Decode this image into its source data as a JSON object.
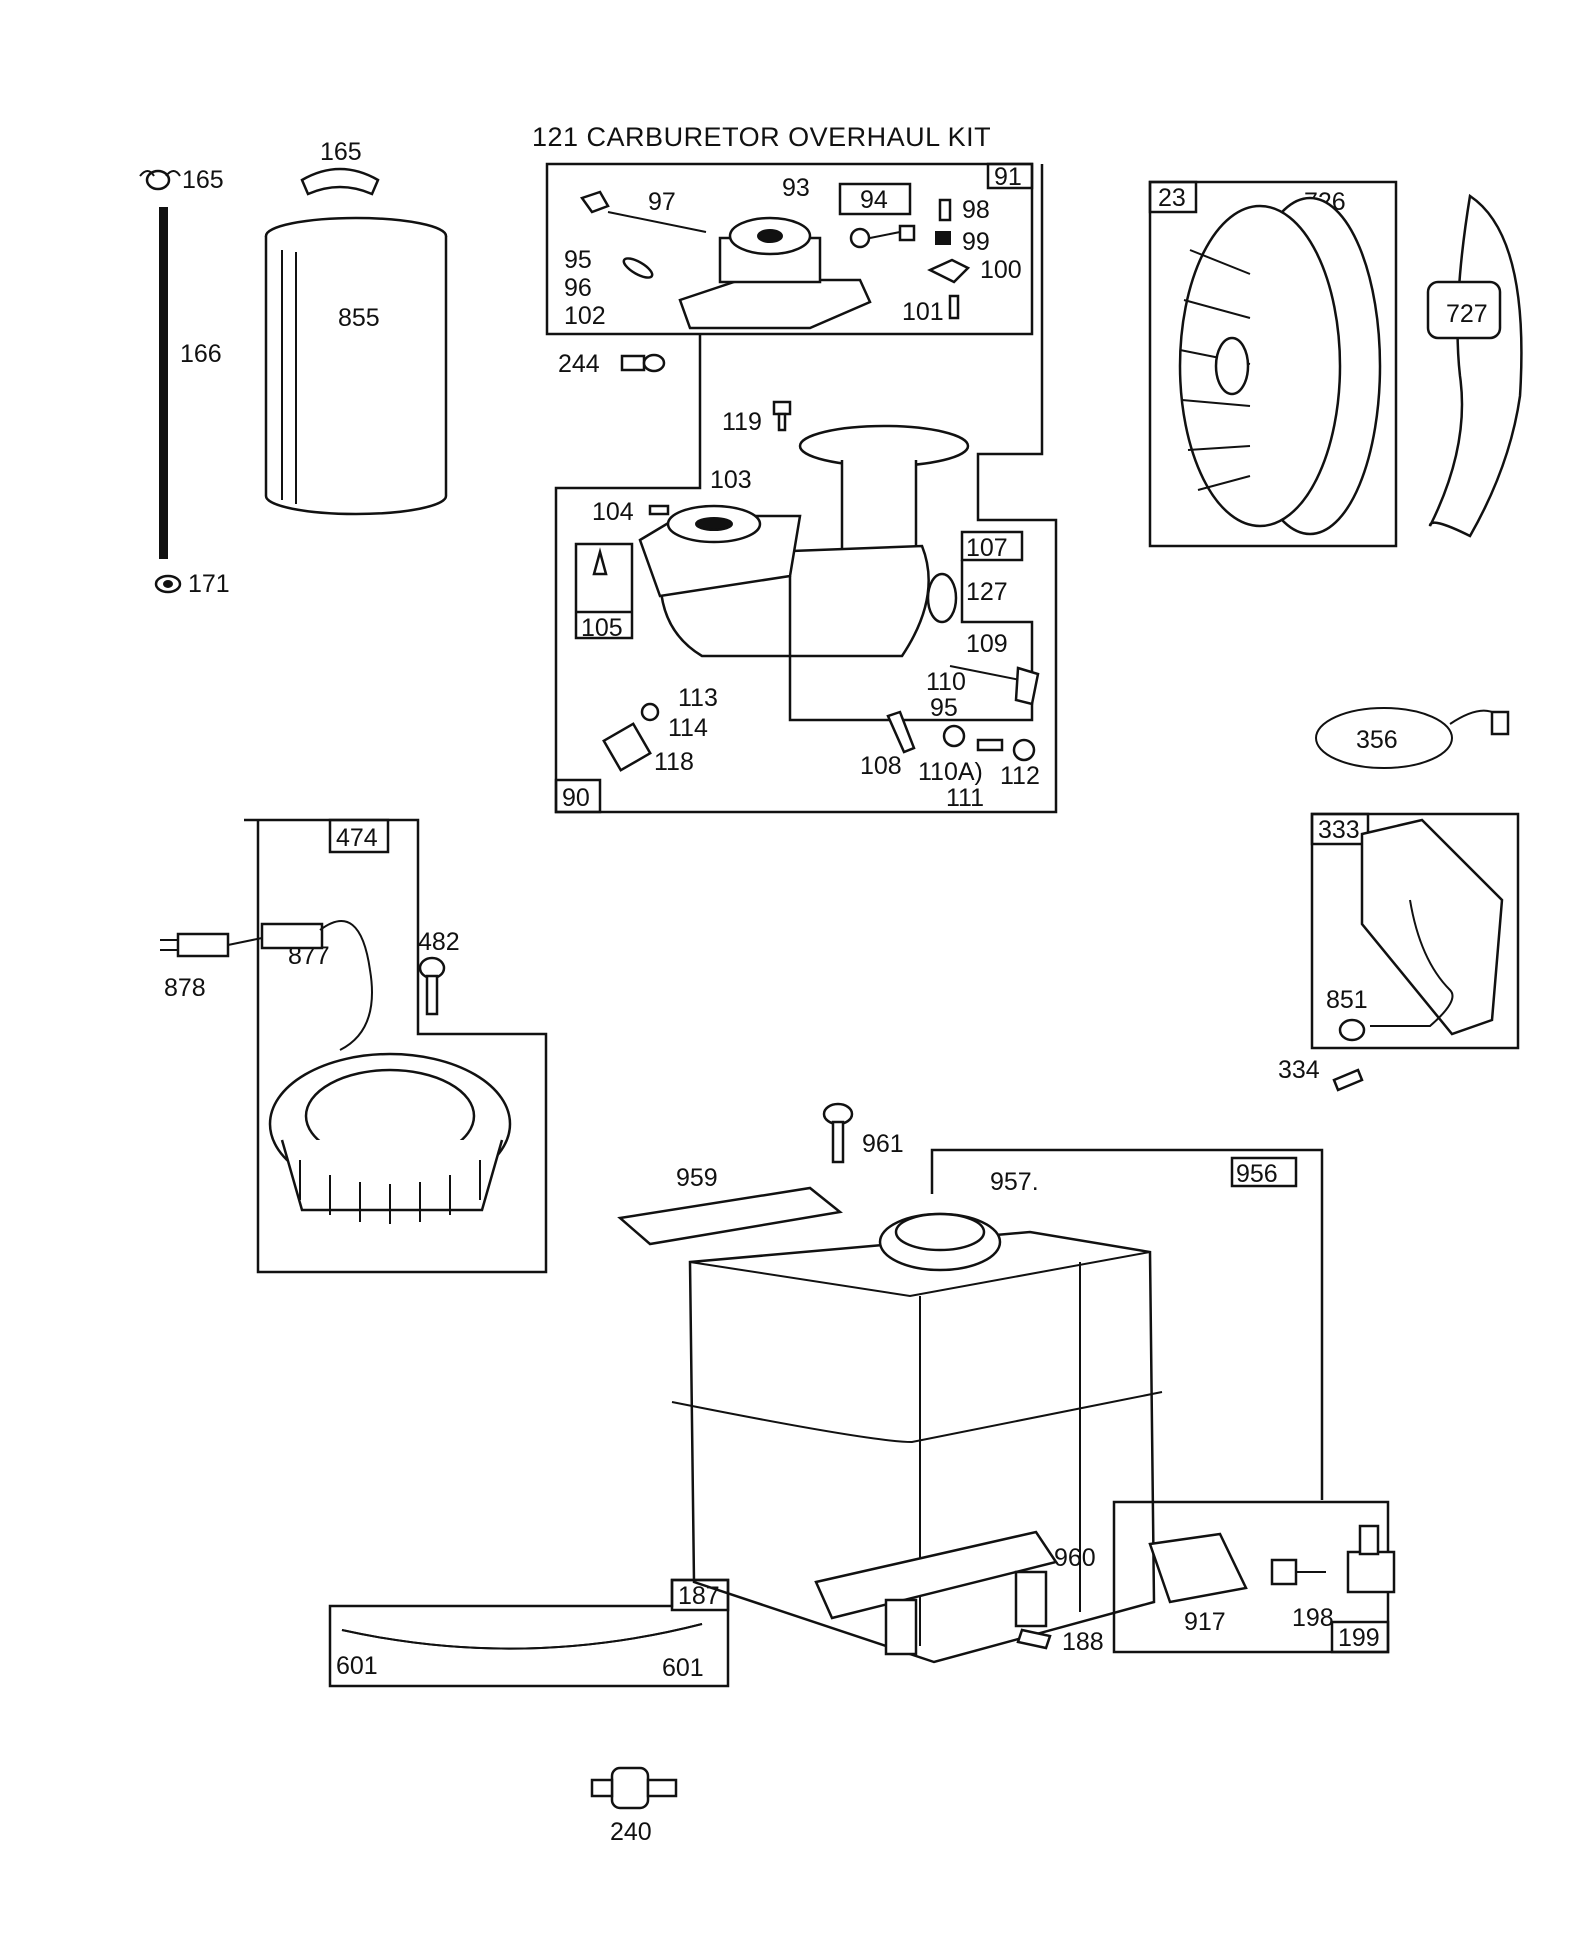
{
  "title": "121 CARBURETOR OVERHAUL KIT",
  "callouts": {
    "p165a": "165",
    "p165b": "165",
    "p166": "166",
    "p171": "171",
    "p855": "855",
    "p97": "97",
    "p93": "93",
    "p94": "94",
    "p91": "91",
    "p98": "98",
    "p99": "99",
    "p95a": "95",
    "p96": "96",
    "p102": "102",
    "p100": "100",
    "p101": "101",
    "p244": "244",
    "p119": "119",
    "p103": "103",
    "p104": "104",
    "p107": "107",
    "p127": "127",
    "p105": "105",
    "p109": "109",
    "p110": "110",
    "p95b": "95",
    "p113": "113",
    "p114": "114",
    "p118": "118",
    "p108": "108",
    "p110a": "110A)",
    "p111": "111",
    "p112": "112",
    "p90": "90",
    "p23": "23",
    "p726": "726",
    "p727": "727",
    "p356": "356",
    "p333": "333",
    "p851": "851",
    "p334": "334",
    "p474": "474",
    "p482": "482",
    "p877": "877",
    "p878": "878",
    "p961": "961",
    "p959": "959",
    "p957": "957.",
    "p956": "956",
    "p960": "960",
    "p188": "188",
    "p917": "917",
    "p198": "198",
    "p199": "199",
    "p187": "187",
    "p601a": "601",
    "p601b": "601",
    "p240": "240"
  }
}
